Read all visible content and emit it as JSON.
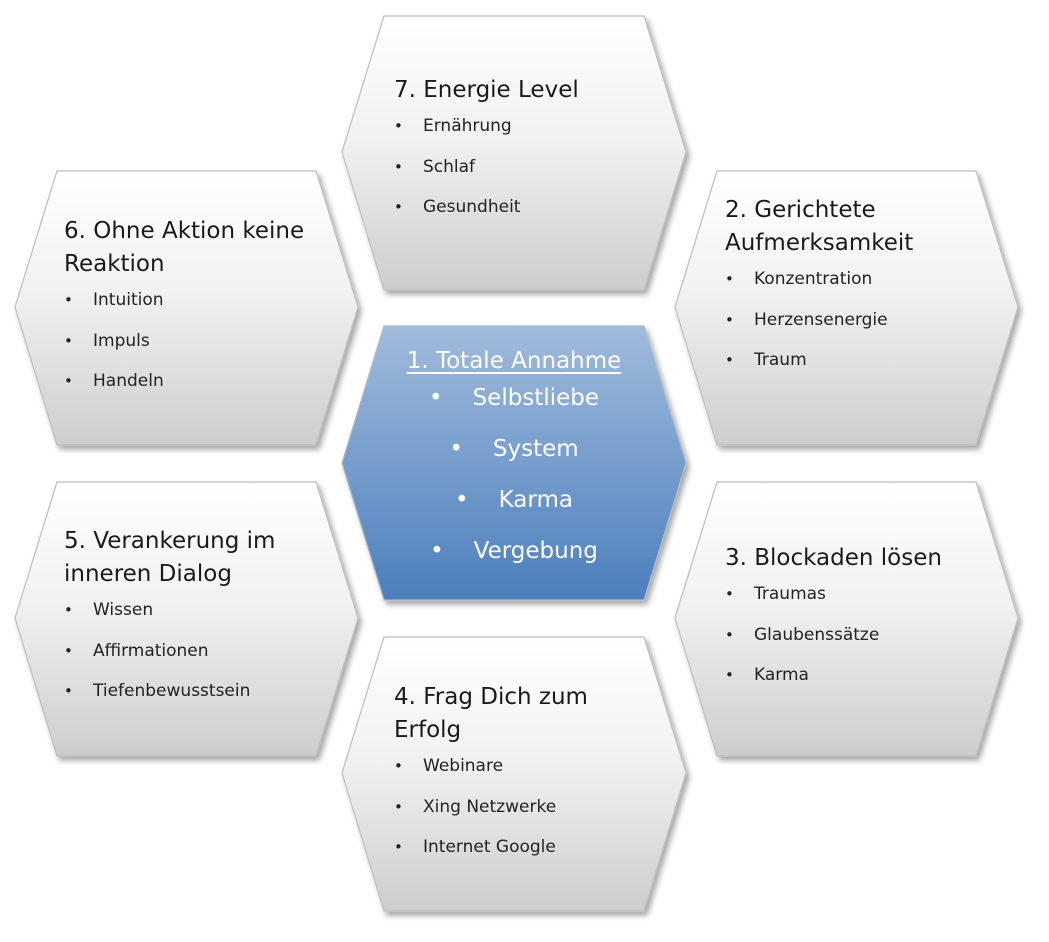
{
  "hexagons": {
    "center": {
      "title": "1. Totale Annahme",
      "items": [
        "Selbstliebe",
        "System",
        "Karma",
        "Vergebung"
      ]
    },
    "top": {
      "title": "7. Energie Level",
      "items": [
        "Ernährung",
        "Schlaf",
        "Gesundheit"
      ]
    },
    "upper_right": {
      "title": "2. Gerichtete Aufmerksamkeit",
      "items": [
        "Konzentration",
        "Herzensenergie",
        "Traum"
      ]
    },
    "lower_right": {
      "title": "3. Blockaden lösen",
      "items": [
        "Traumas",
        "Glaubenssätze",
        "Karma"
      ]
    },
    "bottom": {
      "title": "4. Frag Dich zum Erfolg",
      "items": [
        "Webinare",
        "Xing Netzwerke",
        "Internet Google"
      ]
    },
    "lower_left": {
      "title": "5. Verankerung im inneren Dialog",
      "items": [
        "Wissen",
        "Affirmationen",
        "Tiefenbewusstsein"
      ]
    },
    "upper_left": {
      "title": "6. Ohne Aktion keine Reaktion",
      "items": [
        "Intuition",
        "Impuls",
        "Handeln"
      ]
    }
  },
  "colors": {
    "center_top": "#9db8da",
    "center_bottom": "#4f81bd",
    "outer_top": "#ffffff",
    "outer_bottom": "#cfcfcf",
    "border": "#bdbdbd"
  }
}
